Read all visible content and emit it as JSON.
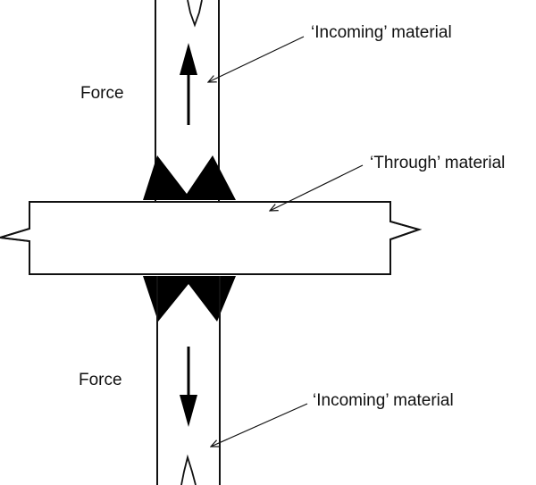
{
  "labels": {
    "force_top": "Force",
    "force_bottom": "Force",
    "incoming_top": "‘Incoming’ material",
    "through": "‘Through’ material",
    "incoming_bottom": "‘Incoming’ material"
  },
  "colors": {
    "stroke": "#111111",
    "weld": "#000000",
    "background": "#ffffff"
  }
}
